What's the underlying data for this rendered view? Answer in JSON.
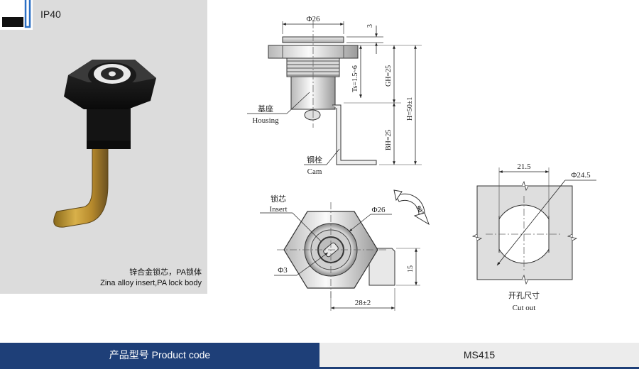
{
  "photo": {
    "rating": "IP40",
    "caption_cn": "锌合金锁芯，PA锁体",
    "caption_en": "Zina alloy insert,PA lock body"
  },
  "drawing": {
    "side_view": {
      "dim_head_dia": "Φ26",
      "dim_head_thk": "3",
      "dim_ts": "Ts=1.5~6",
      "dim_gh": "GH=25",
      "dim_bh": "BH=25",
      "dim_h": "H=50±1",
      "housing_cn": "基座",
      "housing_en": "Housing",
      "cam_cn": "钢栓",
      "cam_en": "Cam"
    },
    "top_view": {
      "insert_cn": "锁芯",
      "insert_en": "Insert",
      "dim_outer_dia": "Φ26",
      "dim_key_dia": "Φ3",
      "dim_cam_width": "15",
      "dim_length": "28±2",
      "rotation": "90°"
    },
    "cutout": {
      "dim_width": "21.5",
      "dim_dia": "Φ24.5",
      "label_cn": "开孔尺寸",
      "label_en": "Cut out"
    }
  },
  "footer": {
    "label": "产品型号 Product code",
    "code": "MS415"
  }
}
